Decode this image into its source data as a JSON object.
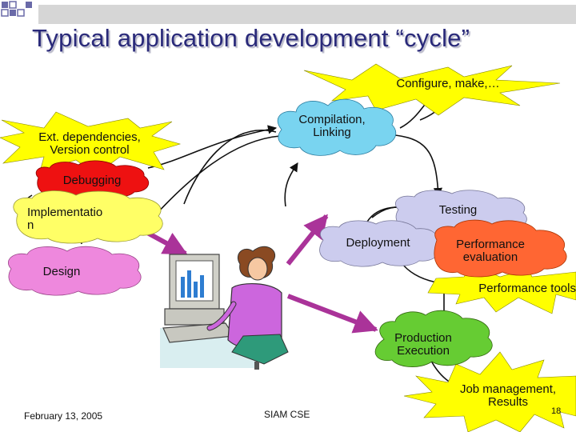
{
  "slide": {
    "title": "Typical application development “cycle”",
    "footer_date": "February 13, 2005",
    "footer_center": "SIAM CSE",
    "page_number": "18"
  },
  "nodes": {
    "configure": "Configure, make,…",
    "ext_dependencies_line1": "Ext. dependencies,",
    "ext_dependencies_line2": "Version control",
    "compilation_line1": "Compilation,",
    "compilation_line2": "Linking",
    "debugging": "Debugging",
    "implementation_line1": "Implementatio",
    "implementation_line2": "n",
    "testing": "Testing",
    "deployment": "Deployment",
    "performance_eval_line1": "Performance",
    "performance_eval_line2": "evaluation",
    "design": "Design",
    "performance_tools": "Performance tools",
    "production_line1": "Production",
    "production_line2": "Execution",
    "job_management_line1": "Job management,",
    "job_management_line2": "Results"
  },
  "colors": {
    "title": "#2a2a7a",
    "burst_yellow": "#ffff00",
    "cloud_blue": "#79d4f0",
    "cloud_red": "#ee1111",
    "cloud_yellow": "#ffff66",
    "cloud_lavender": "#ccccee",
    "cloud_orange": "#ff6633",
    "cloud_pink": "#ee88dd",
    "cloud_green": "#66cc33",
    "arrow_purple": "#aa3399"
  }
}
